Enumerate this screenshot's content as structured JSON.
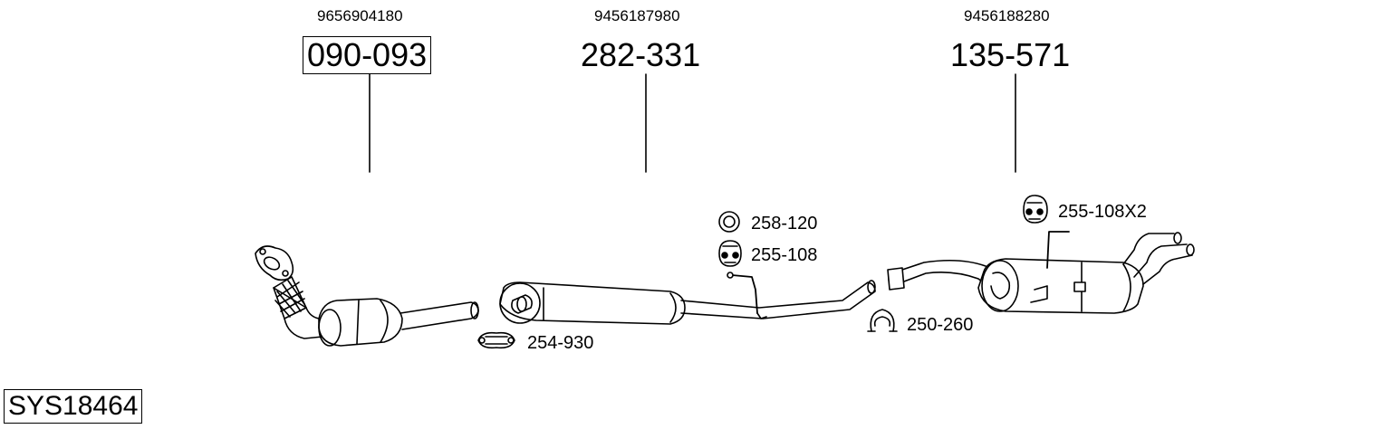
{
  "parts": [
    {
      "oem": "9656904180",
      "number": "090-093"
    },
    {
      "oem": "9456187980",
      "number": "282-331"
    },
    {
      "oem": "9456188280",
      "number": "135-571"
    }
  ],
  "accessories": [
    {
      "number": "258-120"
    },
    {
      "number": "255-108"
    },
    {
      "number": "254-930"
    },
    {
      "number": "250-260"
    },
    {
      "number": "255-108X2"
    }
  ],
  "system": {
    "id": "SYS18464"
  }
}
